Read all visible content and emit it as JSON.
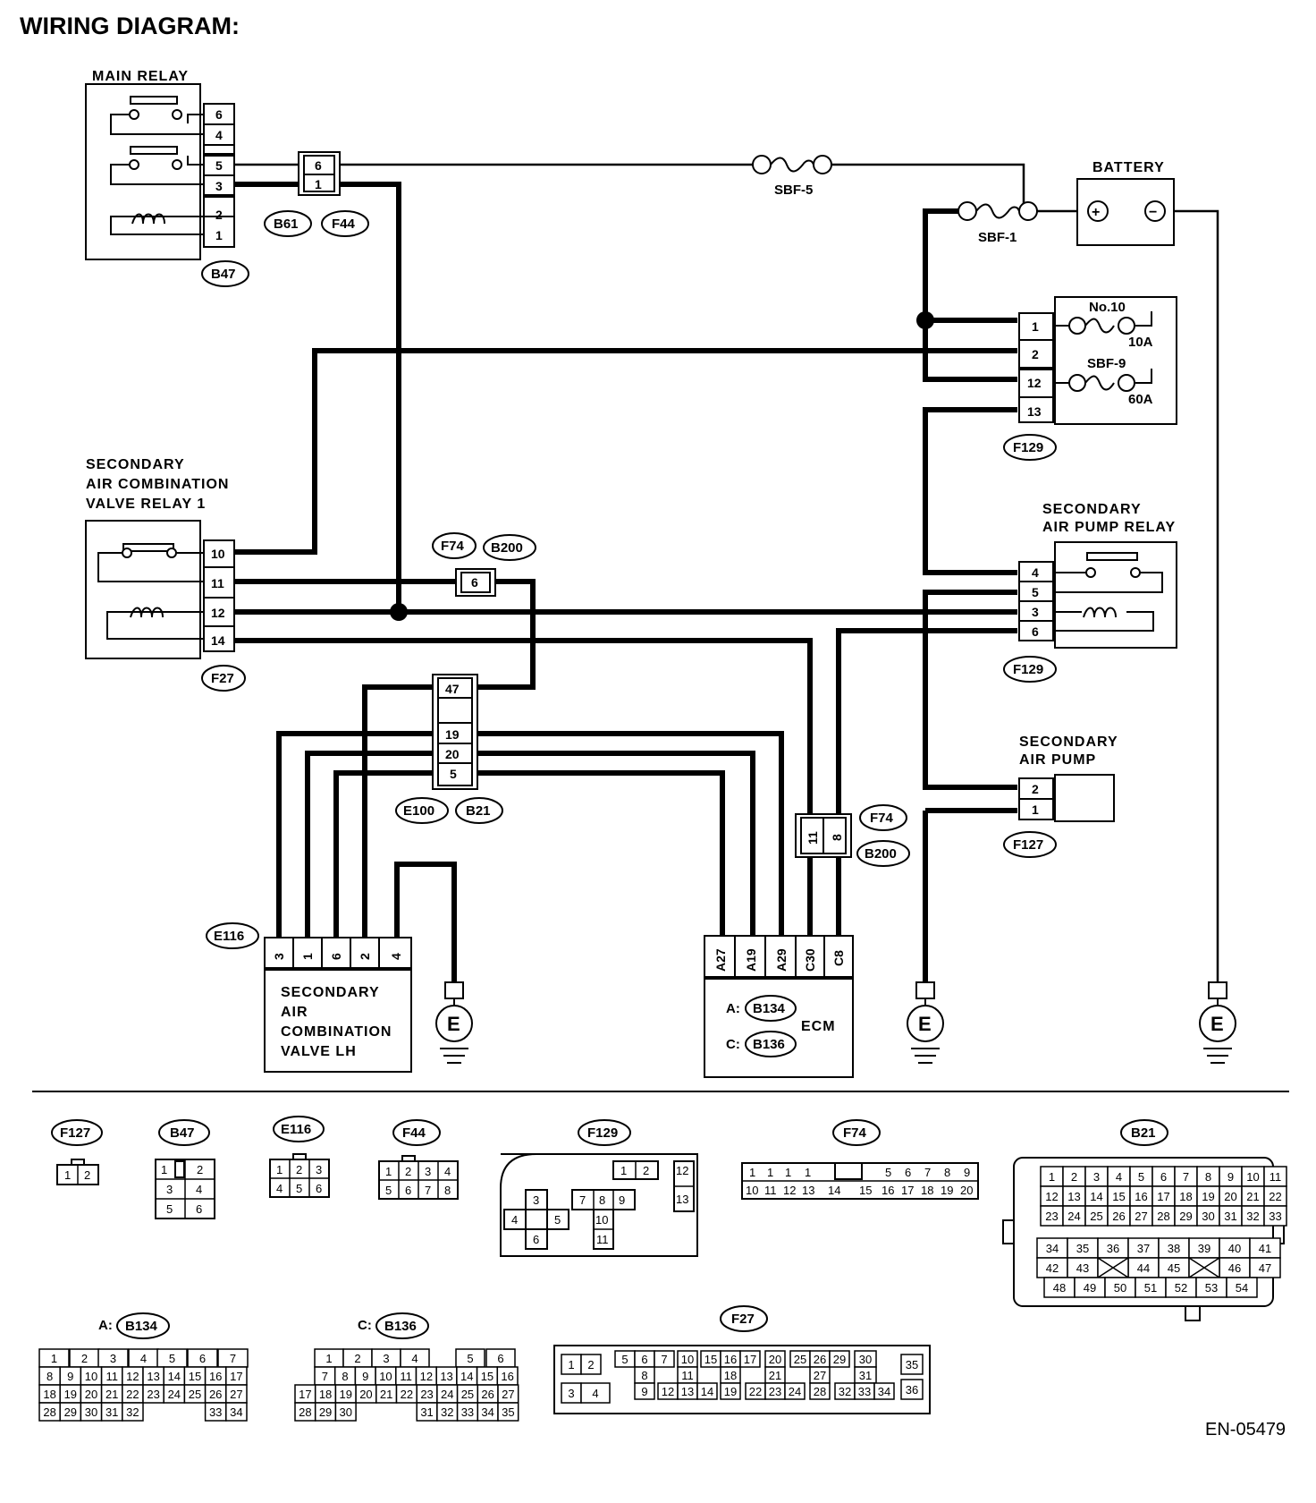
{
  "page_title": "WIRING DIAGRAM:",
  "doc_code": "EN-05479",
  "components": {
    "main_relay": "MAIN RELAY",
    "battery": "BATTERY",
    "sbf5": "SBF-5",
    "sbf1": "SBF-1",
    "no10": "No.10",
    "amp10": "10A",
    "sbf9": "SBF-9",
    "amp60": "60A",
    "sec_relay_1": [
      "SECONDARY",
      "AIR COMBINATION",
      "VALVE RELAY 1"
    ],
    "sec_pump_relay": [
      "SECONDARY",
      "AIR PUMP RELAY"
    ],
    "sec_pump": [
      "SECONDARY",
      "AIR PUMP"
    ],
    "valve_lh": [
      "SECONDARY",
      "AIR",
      "COMBINATION",
      "VALVE LH"
    ],
    "ecm": "ECM",
    "ground": "E",
    "plus": "+",
    "minus": "−"
  },
  "pins": {
    "main_relay": [
      "6",
      "4",
      "5",
      "3",
      "2",
      "1"
    ],
    "b61": [
      "6",
      "1"
    ],
    "fuse_box": [
      "1",
      "2",
      "12",
      "13"
    ],
    "relay1": [
      "10",
      "11",
      "12",
      "14"
    ],
    "f74_top": "6",
    "pump_relay": [
      "4",
      "5",
      "3",
      "6"
    ],
    "e100": [
      "47",
      "19",
      "20",
      "5"
    ],
    "pump": [
      "2",
      "1"
    ],
    "f74_side": [
      "11",
      "8"
    ],
    "valve": [
      "3",
      "1",
      "6",
      "2",
      "4"
    ],
    "ecm": [
      "A27",
      "A19",
      "A29",
      "C30",
      "C8"
    ]
  },
  "tags": {
    "b61": "B61",
    "f44": "F44",
    "b47": "B47",
    "f129a": "F129",
    "f74": "F74",
    "b200": "B200",
    "f27": "F27",
    "f129b": "F129",
    "e100": "E100",
    "b21": "B21",
    "f74b": "F74",
    "b200b": "B200",
    "f127": "F127",
    "e116": "E116",
    "a_prefix": "A:",
    "b134": "B134",
    "c_prefix": "C:",
    "b136": "B136"
  },
  "connectors": {
    "f127": {
      "name": "F127",
      "cells": [
        "1",
        "2"
      ]
    },
    "b47": {
      "name": "B47",
      "cells": [
        "1",
        "2",
        "3",
        "4",
        "5",
        "6"
      ]
    },
    "e116": {
      "name": "E116",
      "cells": [
        "1",
        "2",
        "3",
        "4",
        "5",
        "6"
      ]
    },
    "f44": {
      "name": "F44",
      "cells": [
        "1",
        "2",
        "3",
        "4",
        "5",
        "6",
        "7",
        "8"
      ]
    },
    "f129": {
      "name": "F129",
      "cells": [
        "1",
        "2",
        "12",
        "13",
        "3",
        "7",
        "8",
        "9",
        "4",
        "5",
        "10",
        "6",
        "11"
      ]
    },
    "f74": {
      "name": "F74",
      "row1": [
        "1",
        "1",
        "1",
        "1",
        "5",
        "6",
        "7",
        "8",
        "9"
      ],
      "row2": [
        "10",
        "11",
        "12",
        "13",
        "14",
        "15",
        "16",
        "17",
        "18",
        "19",
        "20"
      ]
    },
    "b21": {
      "name": "B21",
      "row1": [
        "1",
        "2",
        "3",
        "4",
        "5",
        "6",
        "7",
        "8",
        "9",
        "10",
        "11"
      ],
      "row2": [
        "12",
        "13",
        "14",
        "15",
        "16",
        "17",
        "18",
        "19",
        "20",
        "21",
        "22"
      ],
      "row3": [
        "23",
        "24",
        "25",
        "26",
        "27",
        "28",
        "29",
        "30",
        "31",
        "32",
        "33"
      ],
      "row4": [
        "34",
        "35",
        "36",
        "37",
        "38",
        "39",
        "40",
        "41"
      ],
      "row5": [
        "42",
        "43",
        "44",
        "45",
        "46",
        "47"
      ],
      "row6": [
        "48",
        "49",
        "50",
        "51",
        "52",
        "53",
        "54"
      ]
    },
    "b134": {
      "prefix": "A:",
      "name": "B134",
      "row1": [
        "1",
        "2",
        "3",
        "4",
        "5",
        "6",
        "7"
      ],
      "row2": [
        "8",
        "9",
        "10",
        "11",
        "12",
        "13",
        "14",
        "15",
        "16",
        "17"
      ],
      "row3": [
        "18",
        "19",
        "20",
        "21",
        "22",
        "23",
        "24",
        "25",
        "26",
        "27"
      ],
      "row4": [
        "28",
        "29",
        "30",
        "31",
        "32",
        "33",
        "34"
      ]
    },
    "b136": {
      "prefix": "C:",
      "name": "B136",
      "row1": [
        "1",
        "2",
        "3",
        "4",
        "5",
        "6"
      ],
      "row2": [
        "7",
        "8",
        "9",
        "10",
        "11",
        "12",
        "13",
        "14",
        "15",
        "16"
      ],
      "row3": [
        "17",
        "18",
        "19",
        "20",
        "21",
        "22",
        "23",
        "24",
        "25",
        "26",
        "27"
      ],
      "row4": [
        "28",
        "29",
        "30",
        "31",
        "32",
        "33",
        "34",
        "35"
      ]
    },
    "f27": {
      "name": "F27",
      "cells": [
        "1",
        "2",
        "3",
        "4",
        "5",
        "6",
        "7",
        "8",
        "9",
        "10",
        "11",
        "12",
        "13",
        "14",
        "15",
        "16",
        "17",
        "18",
        "19",
        "20",
        "21",
        "22",
        "23",
        "24",
        "25",
        "26",
        "27",
        "28",
        "29",
        "30",
        "31",
        "32",
        "33",
        "34",
        "35",
        "36"
      ]
    }
  }
}
